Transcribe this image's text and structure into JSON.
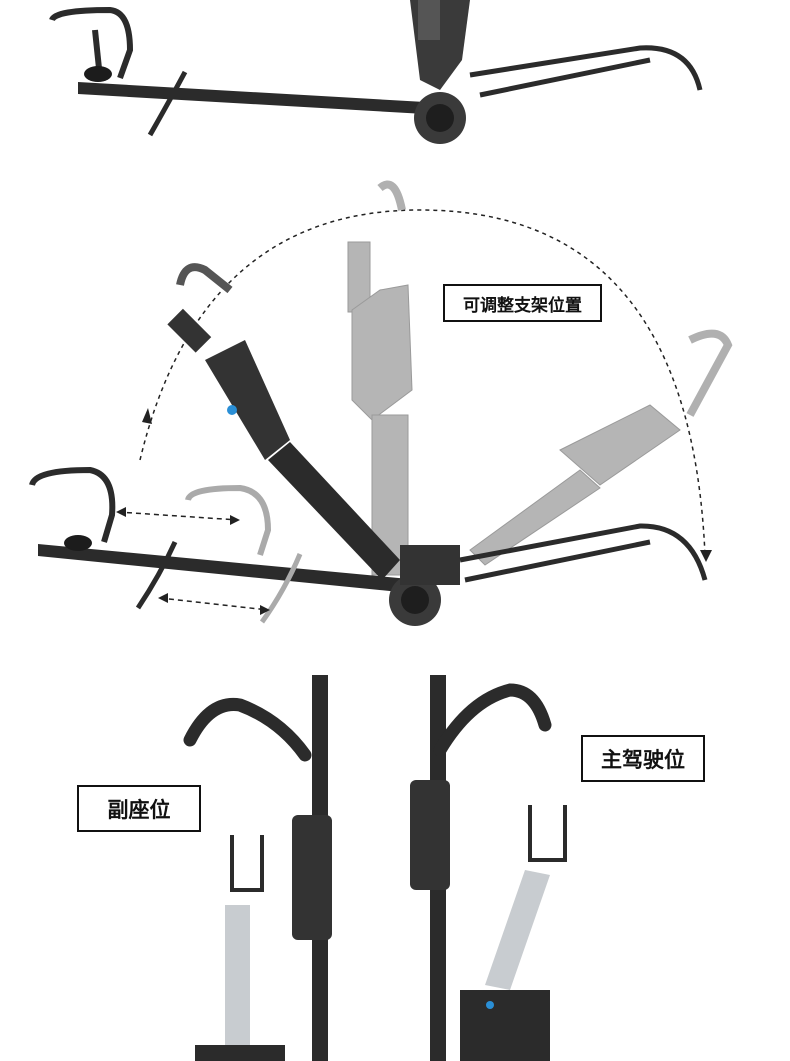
{
  "labels": {
    "adjustable": "可调整支架位置",
    "passenger": "副座位",
    "driver": "主驾驶位"
  },
  "colors": {
    "frame_dark": "#2b2b2b",
    "frame_ghost": "#9a9a9a",
    "silver": "#c8ccd0",
    "accent_blue": "#2a8fd6"
  }
}
